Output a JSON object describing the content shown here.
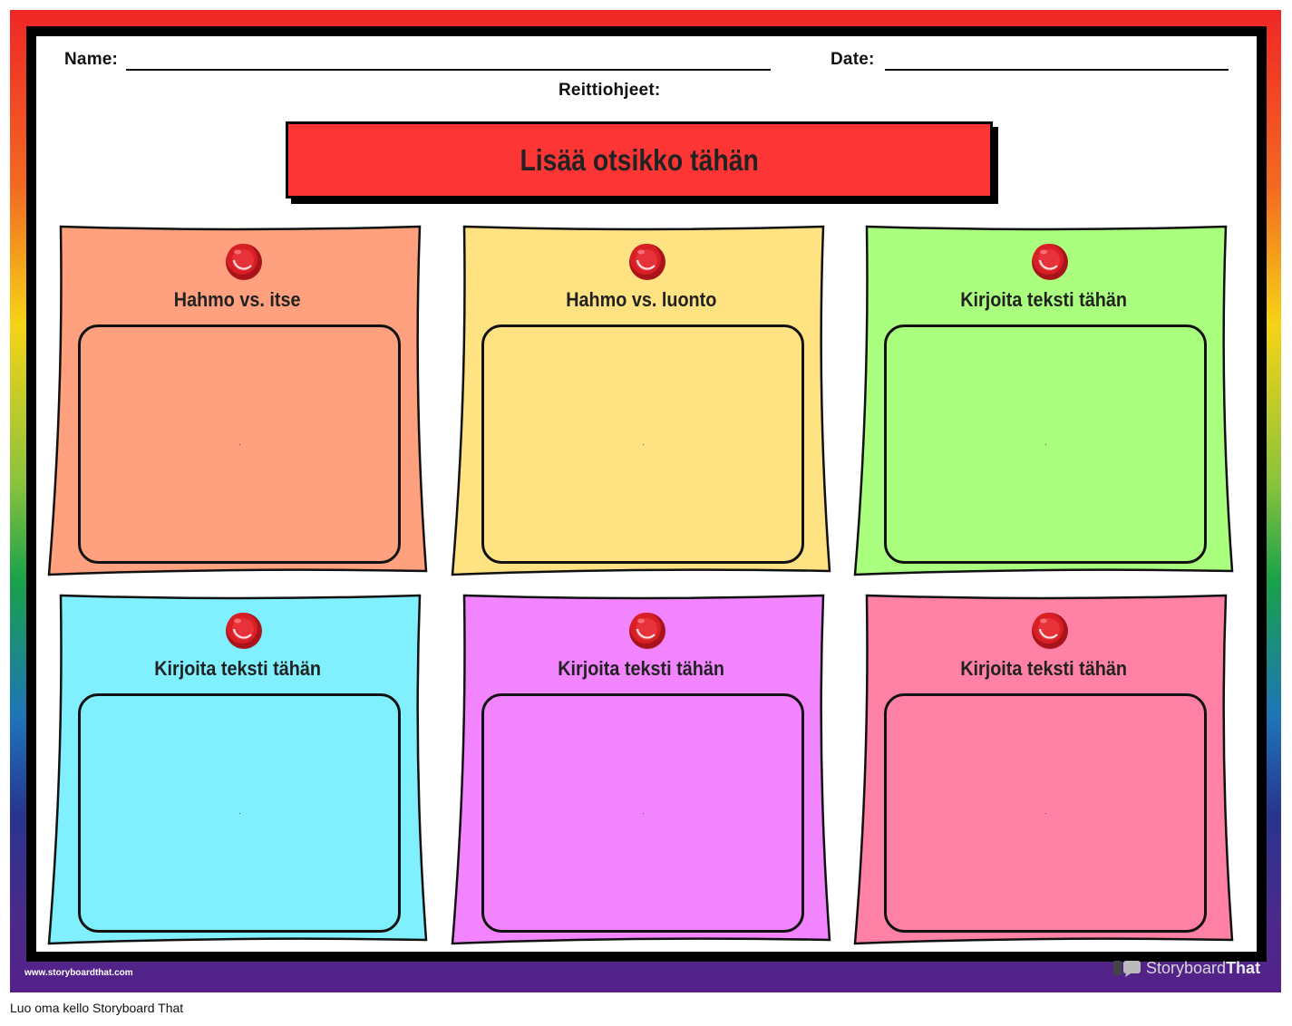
{
  "worksheet": {
    "name_label": "Name:",
    "date_label": "Date:",
    "directions_label": "Reittiohjeet:",
    "title": "Lisää otsikko tähän"
  },
  "notes": [
    {
      "heading": "Hahmo vs. itse",
      "color": "#ffa07f"
    },
    {
      "heading": "Hahmo vs. luonto",
      "color": "#ffe382"
    },
    {
      "heading": "Kirjoita teksti tähän",
      "color": "#abff7e"
    },
    {
      "heading": "Kirjoita teksti tähän",
      "color": "#80f0ff"
    },
    {
      "heading": "Kirjoita teksti tähän",
      "color": "#f384ff"
    },
    {
      "heading": "Kirjoita teksti tähän",
      "color": "#ff82a6"
    }
  ],
  "footer": {
    "website": "www.storyboardthat.com",
    "brand_word1": "Storyboard",
    "brand_word2": "That",
    "caption": "Luo oma kello Storyboard That"
  },
  "colors": {
    "banner": "#fe3535",
    "pin": "#d81f26"
  },
  "icons": {
    "pin": "pushpin-icon",
    "brand": "storyboardthat-logo-icon"
  }
}
